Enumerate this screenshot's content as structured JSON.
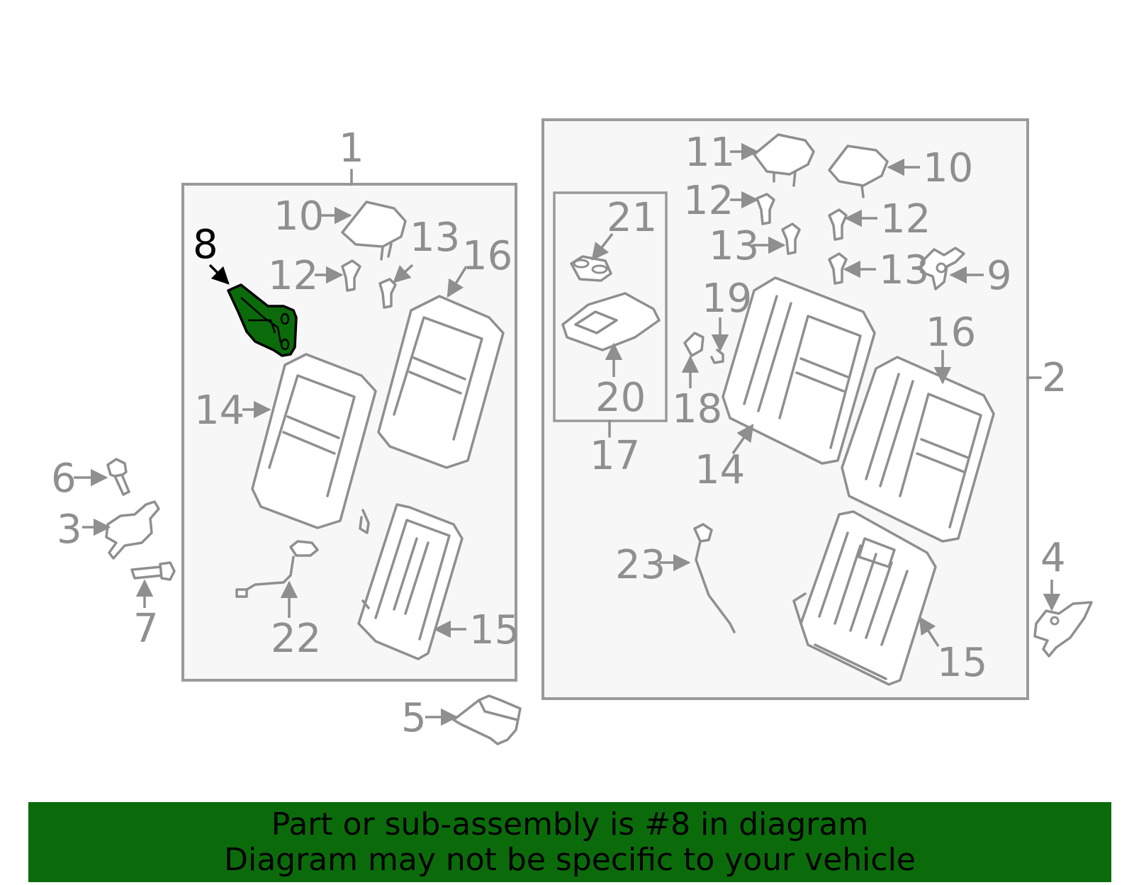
{
  "diagram": {
    "highlight_color": "#0b6b0b",
    "callouts": {
      "c1": "1",
      "c2": "2",
      "c3": "3",
      "c4": "4",
      "c5": "5",
      "c6": "6",
      "c7": "7",
      "c8": "8",
      "c9": "9",
      "c10a": "10",
      "c10b": "10",
      "c11": "11",
      "c12a": "12",
      "c12b": "12",
      "c12c": "12",
      "c13a": "13",
      "c13b": "13",
      "c13c": "13",
      "c14a": "14",
      "c14b": "14",
      "c15a": "15",
      "c15b": "15",
      "c16a": "16",
      "c16b": "16",
      "c17": "17",
      "c18": "18",
      "c19": "19",
      "c20": "20",
      "c21": "21",
      "c22": "22",
      "c23": "23"
    }
  },
  "banner": {
    "line1": "Part or sub-assembly is #8 in diagram",
    "line2": "Diagram may not be specific to your vehicle"
  }
}
